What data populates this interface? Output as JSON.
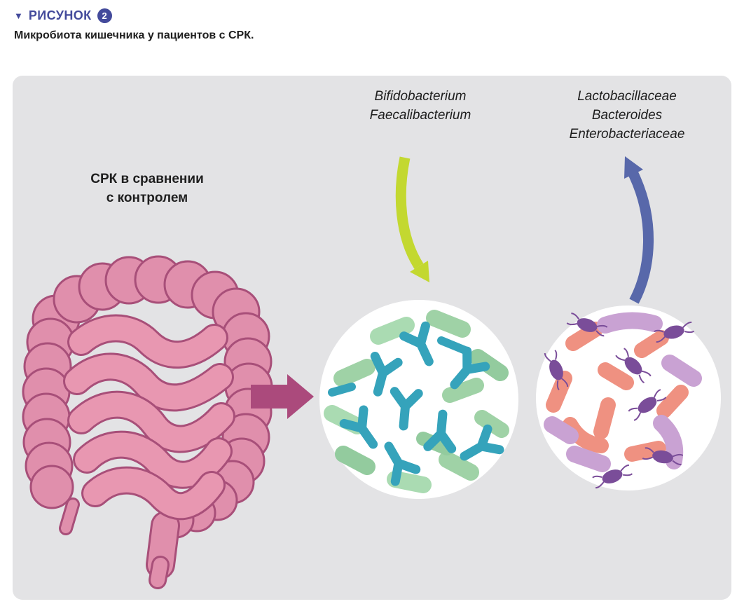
{
  "header": {
    "marker": "▼",
    "label": "РИСУНОК",
    "figure_number": "2",
    "caption": "Микробиота кишечника у пациентов с СРК."
  },
  "figure": {
    "comparison_label": "СРК в сравнении\nс контролем",
    "decreased_taxa": "Bifidobacterium\nFaecalibacterium",
    "increased_taxa": "Lactobacillaceae\nBacteroides\nEnterobacteriaceae"
  },
  "colors": {
    "accent": "#434a9b",
    "panel_background": "#e3e3e5",
    "decrease_arrow": "#c3d830",
    "increase_arrow": "#5868aa",
    "transition_arrow": "#ab4a7c",
    "intestine_fill": "#e08fac",
    "intestine_outline": "#a84f79",
    "bacteria_green": "#9fd2a6",
    "bacteria_teal": "#35a3bb",
    "bacteria_salmon": "#ef9181",
    "bacteria_lilac": "#c9a2d3",
    "bacteria_purple": "#7a4d99"
  }
}
